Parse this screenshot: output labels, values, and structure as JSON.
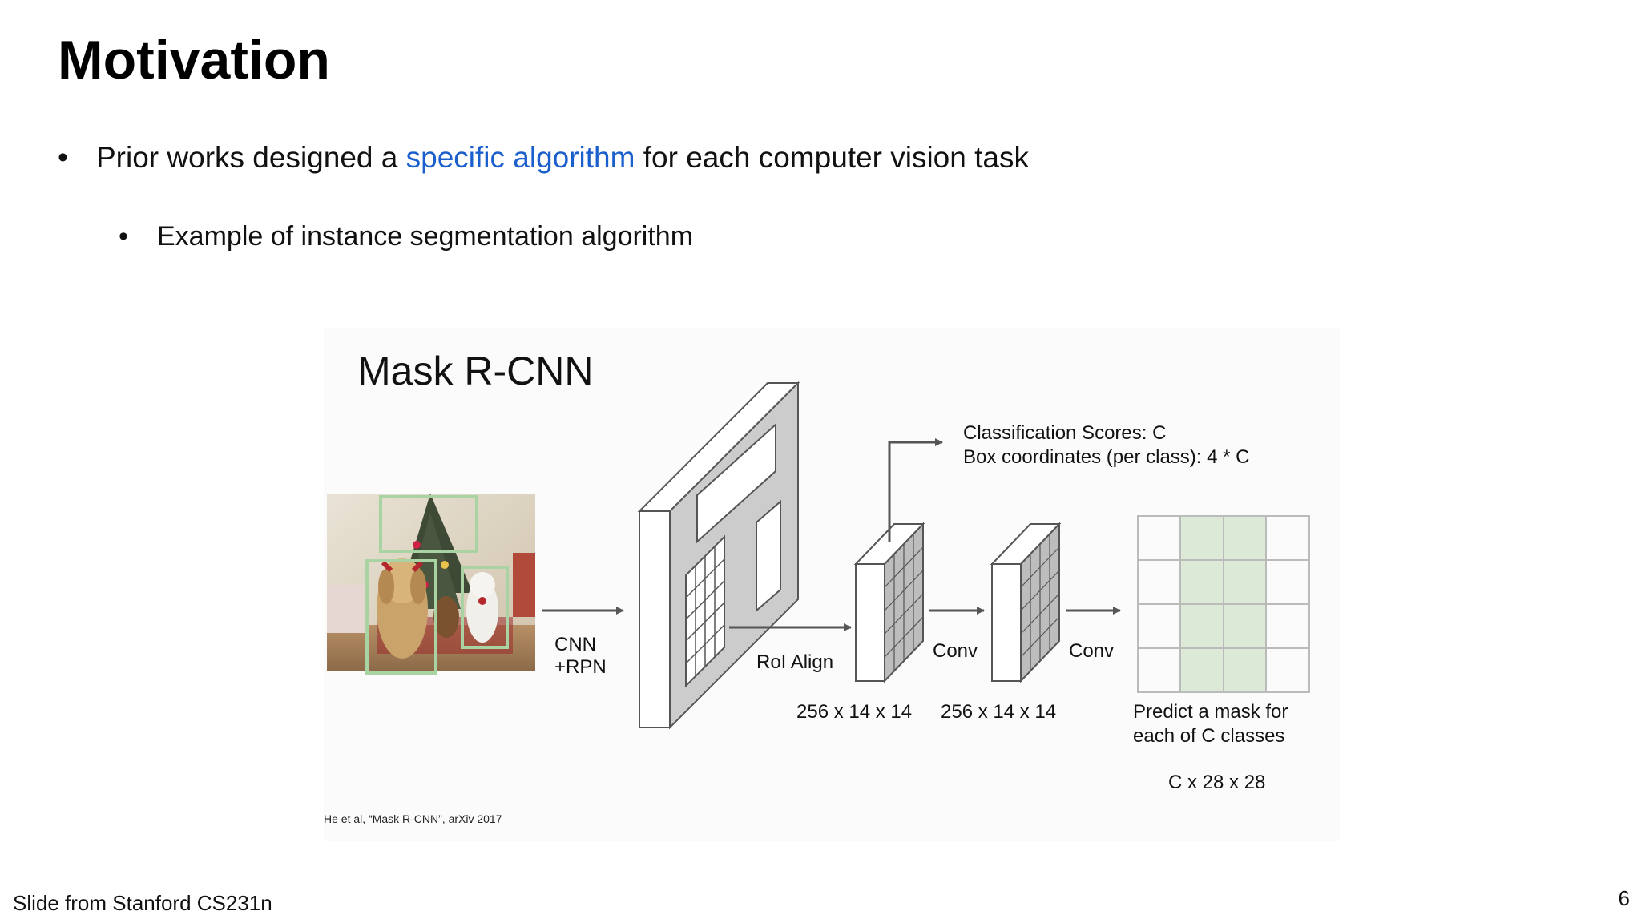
{
  "slide": {
    "title": "Motivation",
    "bullets": [
      {
        "marker": "•",
        "text_before": "Prior works designed a ",
        "text_highlight": "specific algorithm",
        "text_after": " for each computer vision task"
      },
      {
        "marker": "•",
        "text": "Example of instance segmentation algorithm"
      }
    ],
    "footer_source": "Slide from Stanford CS231n",
    "page_number": "6"
  },
  "figure": {
    "title": "Mask R-CNN",
    "label_cnn_rpn_1": "CNN",
    "label_cnn_rpn_2": "+RPN",
    "label_roi_align": "RoI Align",
    "label_conv_1": "Conv",
    "label_conv_2": "Conv",
    "label_dim_1": "256 x 14 x 14",
    "label_dim_2": "256 x 14 x 14",
    "label_cls_scores": "Classification Scores: C",
    "label_box_coords": "Box coordinates (per class): 4 * C",
    "label_predict_1": "Predict a mask for",
    "label_predict_2": "each of C classes",
    "label_mask_dim": "C x 28 x 28",
    "citation": "He et al, “Mask R-CNN”, arXiv 2017"
  },
  "colors": {
    "highlight_blue": "#1a5fcc",
    "mask_green": "#dbe9d6",
    "box_green": "#a9d3a2",
    "gray_face": "#cccccc"
  }
}
